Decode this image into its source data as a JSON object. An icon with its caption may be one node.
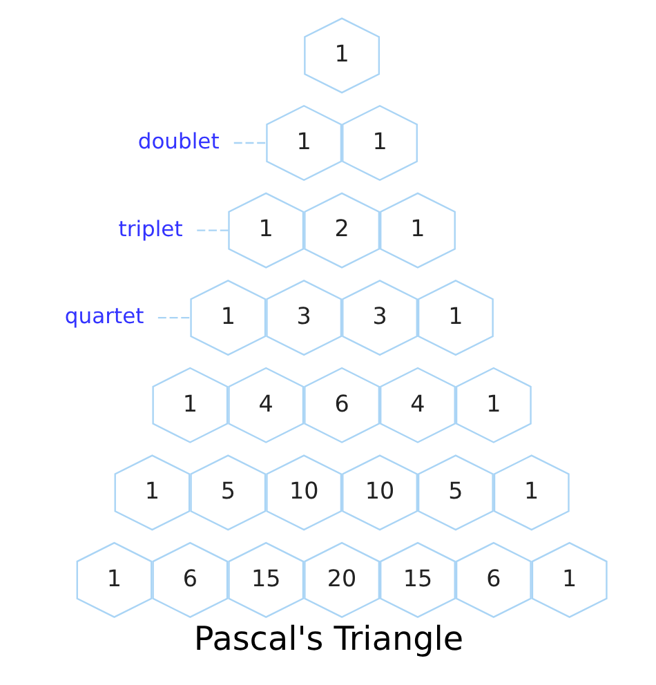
{
  "diagram": {
    "caption": "Pascal's Triangle",
    "nodes": [
      {
        "text": [
          "1"
        ]
      },
      {
        "text": [
          "doublet"
        ]
      },
      {
        "text": [
          "1"
        ]
      },
      {
        "text": [
          "1"
        ]
      },
      {
        "text": [
          "triplet"
        ]
      },
      {
        "text": [
          "1"
        ]
      },
      {
        "text": [
          "2"
        ]
      },
      {
        "text": [
          "1"
        ]
      },
      {
        "text": [
          "quartet"
        ]
      },
      {
        "text": [
          "1"
        ]
      },
      {
        "text": [
          "3"
        ]
      },
      {
        "text": [
          "3"
        ]
      },
      {
        "text": [
          "1"
        ]
      },
      {
        "text": [
          "1"
        ]
      },
      {
        "text": [
          "4"
        ]
      },
      {
        "text": [
          "6"
        ]
      },
      {
        "text": [
          "4"
        ]
      },
      {
        "text": [
          "1"
        ]
      },
      {
        "text": [
          "1"
        ]
      },
      {
        "text": [
          "5"
        ]
      },
      {
        "text": [
          "10"
        ]
      },
      {
        "text": [
          "10"
        ]
      },
      {
        "text": [
          "5"
        ]
      },
      {
        "text": [
          "1"
        ]
      },
      {
        "text": [
          "1"
        ]
      },
      {
        "text": [
          "6"
        ]
      },
      {
        "text": [
          "15"
        ]
      },
      {
        "text": [
          "20"
        ]
      },
      {
        "text": [
          "15"
        ]
      },
      {
        "text": [
          "6"
        ]
      },
      {
        "text": [
          "1"
        ]
      }
    ],
    "edges": [
      {
        "from": 1,
        "to": 2,
        "arrow": "none",
        "style": "dashed"
      },
      {
        "from": 4,
        "to": 5,
        "arrow": "none",
        "style": "dashed"
      },
      {
        "from": 8,
        "to": 9,
        "arrow": "none",
        "style": "dashed"
      }
    ]
  }
}
